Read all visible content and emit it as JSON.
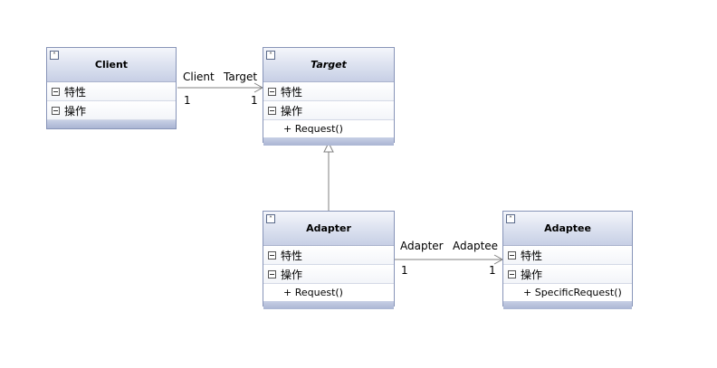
{
  "classes": {
    "client": {
      "name": "Client",
      "attributes_label": "特性",
      "operations_label": "操作",
      "operations": []
    },
    "target": {
      "name": "Target",
      "attributes_label": "特性",
      "operations_label": "操作",
      "operations": [
        "+ Request()"
      ]
    },
    "adapter": {
      "name": "Adapter",
      "attributes_label": "特性",
      "operations_label": "操作",
      "operations": [
        "+ Request()"
      ]
    },
    "adaptee": {
      "name": "Adaptee",
      "attributes_label": "特性",
      "operations_label": "操作",
      "operations": [
        "+ SpecificRequest()"
      ]
    }
  },
  "associations": {
    "client_target": {
      "source_role": "Client",
      "target_role": "Target",
      "source_mult": "1",
      "target_mult": "1"
    },
    "adapter_adaptee": {
      "source_role": "Adapter",
      "target_role": "Adaptee",
      "source_mult": "1",
      "target_mult": "1"
    }
  },
  "colors": {
    "border": "#8794b8",
    "header_top": "#f4f6fb",
    "header_bottom": "#c7cfe5",
    "line": "#808080"
  },
  "icons": {
    "collapse": "double-chevron-up-icon",
    "section_toggle": "minus-box-icon"
  }
}
